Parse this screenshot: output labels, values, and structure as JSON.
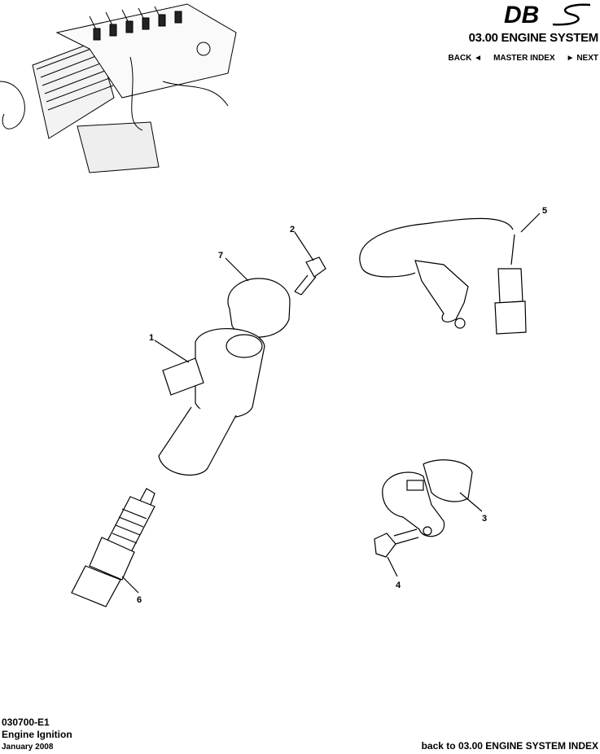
{
  "header": {
    "logo_text": "DBS",
    "title": "03.00 ENGINE SYSTEM",
    "nav": {
      "back": "BACK ◄",
      "master_index": "MASTER INDEX",
      "next": "► NEXT"
    }
  },
  "diagram": {
    "callouts": [
      "1",
      "2",
      "3",
      "4",
      "5",
      "6",
      "7"
    ]
  },
  "footer": {
    "code": "030700-E1",
    "name": "Engine Ignition",
    "date": "January 2008",
    "back_link": "back to 03.00 ENGINE SYSTEM INDEX"
  }
}
